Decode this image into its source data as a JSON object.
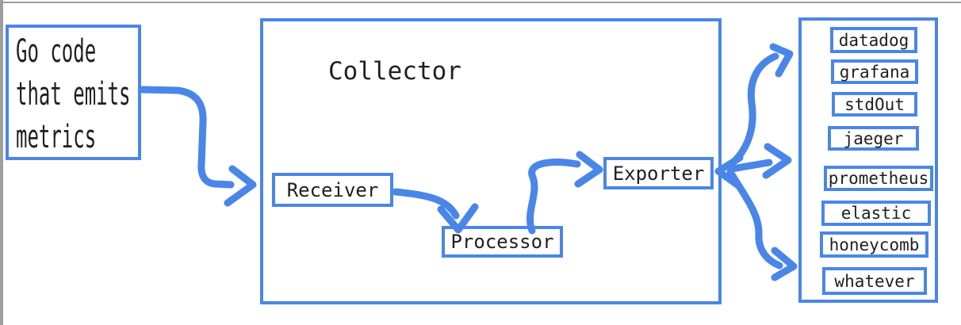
{
  "colors": {
    "accent": "#4a86e8",
    "text": "#1f1f1f",
    "edge": "#9e9e9e"
  },
  "source": {
    "line1": "Go code",
    "line2": "that emits",
    "line3": "metrics"
  },
  "collector": {
    "title": "Collector",
    "receiver": "Receiver",
    "processor": "Processor",
    "exporter": "Exporter"
  },
  "backends": {
    "items": [
      "datadog",
      "grafana",
      "stdOut",
      "jaeger",
      "prometheus",
      "elastic",
      "honeycomb",
      "whatever"
    ]
  }
}
